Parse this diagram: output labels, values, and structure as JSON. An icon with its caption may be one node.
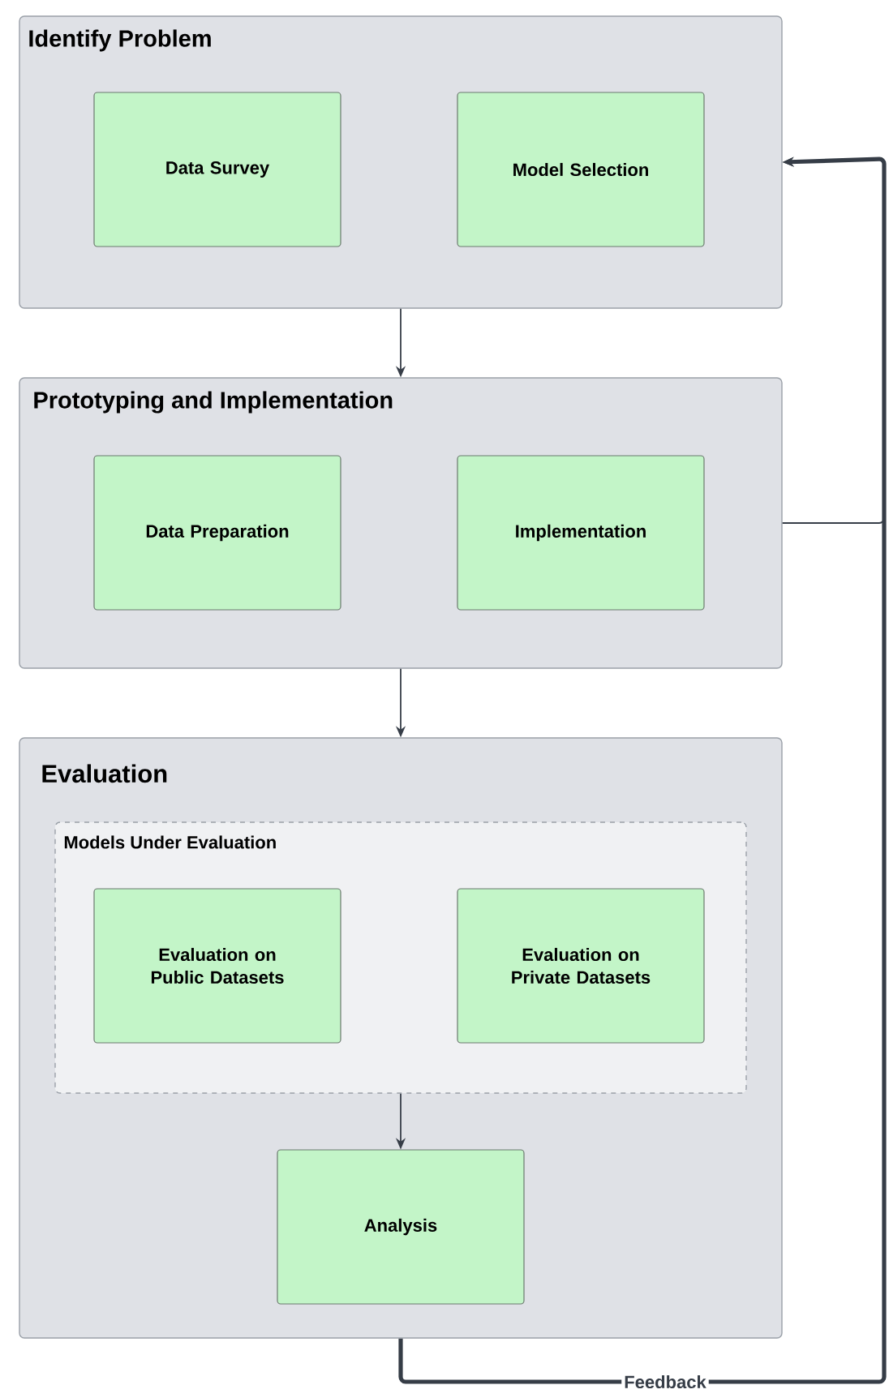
{
  "diagram": {
    "nodes": [
      {
        "text": [
          "Identify Problem"
        ]
      },
      {
        "text": [
          "Data Survey"
        ],
        "in": 0
      },
      {
        "text": [
          "Model Selection"
        ],
        "in": 0
      },
      {
        "text": [
          "Prototyping and Implementation"
        ]
      },
      {
        "text": [
          "Data Preparation"
        ],
        "in": 3
      },
      {
        "text": [
          "Implementation"
        ],
        "in": 3
      },
      {
        "text": [
          "Evaluation"
        ]
      },
      {
        "text": [
          "Models Under Evaluation"
        ],
        "in": 6
      },
      {
        "text": [
          "Evaluation on Public Datasets"
        ],
        "in": 7
      },
      {
        "text": [
          "Evaluation on Private Datasets"
        ],
        "in": 7
      },
      {
        "text": [
          "Analysis"
        ],
        "in": 6
      }
    ],
    "edges": [
      {
        "from": 0,
        "to": 3,
        "arrow": "to"
      },
      {
        "from": 3,
        "to": 6,
        "arrow": "to"
      },
      {
        "from": 7,
        "to": 10,
        "arrow": "to"
      },
      {
        "from": 6,
        "to": 0,
        "arrow": "to",
        "label": "Feedback",
        "style": "thick"
      },
      {
        "from": 3,
        "to": 0,
        "arrow": "to"
      }
    ]
  }
}
